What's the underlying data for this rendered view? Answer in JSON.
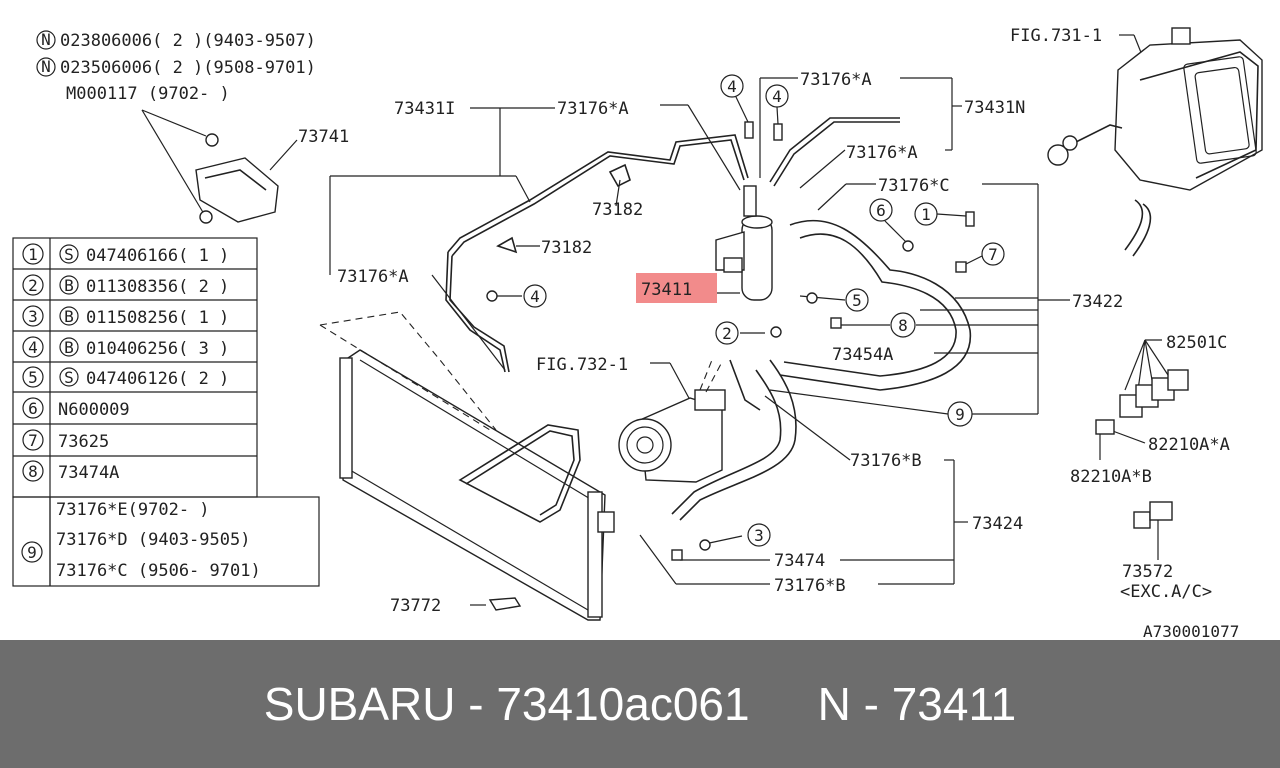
{
  "notes": {
    "line1_code": "N",
    "line1": "023806006( 2 )(9403-9507)",
    "line2_code": "N",
    "line2": "023506006( 2 )(9508-9701)",
    "line3": "M000117 (9702-     )"
  },
  "legend": [
    {
      "num": "1",
      "code": "S",
      "text": "047406166( 1 )"
    },
    {
      "num": "2",
      "code": "B",
      "text": "011308356( 2 )"
    },
    {
      "num": "3",
      "code": "B",
      "text": "011508256( 1 )"
    },
    {
      "num": "4",
      "code": "B",
      "text": "010406256( 3 )"
    },
    {
      "num": "5",
      "code": "S",
      "text": "047406126( 2 )"
    },
    {
      "num": "6",
      "code": "",
      "text": "N600009"
    },
    {
      "num": "7",
      "code": "",
      "text": "73625"
    },
    {
      "num": "8",
      "code": "",
      "text": "73474A"
    }
  ],
  "legend9": {
    "num": "9",
    "lines": [
      "73176*E(9702-      )",
      "73176*D (9403-9505)",
      "73176*C (9506- 9701)"
    ]
  },
  "labels": {
    "l73741": "73741",
    "l73431i": "73431I",
    "l73176a_1": "73176*A",
    "l73176a_2": "73176*A",
    "l73176a_3": "73176*A",
    "l73176a_4": "73176*A",
    "l73431n": "73431N",
    "l73182_1": "73182",
    "l73182_2": "73182",
    "l73411": "73411",
    "l73176c": "73176*C",
    "l73422": "73422",
    "l73454a": "73454A",
    "fig732": "FIG.732-1",
    "fig731": "FIG.731-1",
    "l73176b_1": "73176*B",
    "l73176b_2": "73176*B",
    "l73424": "73424",
    "l73474": "73474",
    "l73772": "73772",
    "l82501c": "82501C",
    "l82210aa": "82210A*A",
    "l82210ab": "82210A*B",
    "l73572": "73572",
    "exc": "<EXC.A/C>",
    "code": "A730001077"
  },
  "callouts": {
    "c4a": "4",
    "c4b": "4",
    "c4c": "4",
    "c5": "5",
    "c6": "6",
    "c1": "1",
    "c7": "7",
    "c8": "8",
    "c9": "9",
    "c2": "2",
    "c3": "3"
  },
  "colors": {
    "highlight": "#f28b8b",
    "footer_bg": "#6d6d6d"
  },
  "footer": {
    "left": "SUBARU - 73410ac061",
    "right": "N - 73411"
  }
}
